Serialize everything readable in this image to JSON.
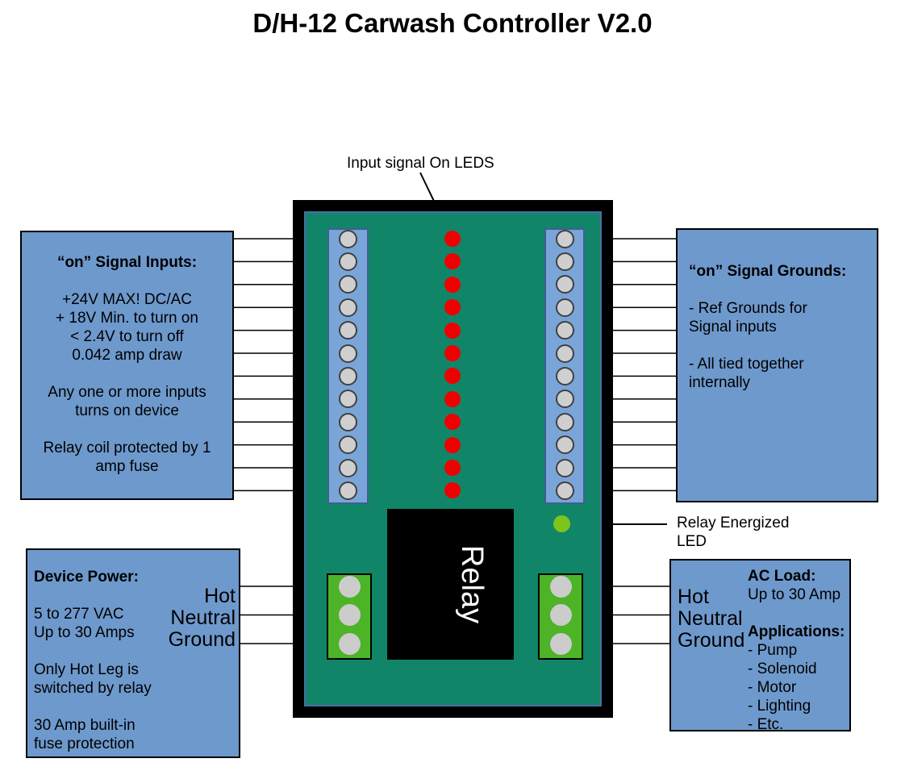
{
  "title": "D/H-12 Carwash Controller V2.0",
  "annotations": {
    "input_leds_label": "Input signal On LEDS",
    "relay_energized_label": [
      "Relay Energized",
      "LED"
    ]
  },
  "board": {
    "relay_label": "Relay",
    "signal_terminal_count": 12,
    "input_led_count": 12,
    "power_terminal_count": 3
  },
  "colors": {
    "box_blue": "#6e99cc",
    "strip_blue": "#7aa5d8",
    "pcb_green": "#118568",
    "power_green": "#4db327",
    "led_red": "#ee0000",
    "led_green": "#7ec41f"
  },
  "boxes": {
    "signal_inputs": {
      "heading": "“on” Signal Inputs:",
      "lines": [
        "",
        "+24V MAX! DC/AC",
        "+ 18V Min. to turn on",
        "< 2.4V to turn off",
        "0.042 amp draw",
        "",
        "Any one or more inputs",
        "turns on device",
        "",
        "Relay coil protected by 1",
        "amp fuse"
      ]
    },
    "signal_grounds": {
      "heading": "“on” Signal Grounds:",
      "lines": [
        "",
        "- Ref Grounds for",
        "Signal inputs",
        "",
        "- All tied together",
        "internally"
      ]
    },
    "device_power": {
      "heading": "Device Power:",
      "lines": [
        "",
        "5 to 277 VAC",
        "Up to 30 Amps",
        "",
        "Only Hot Leg is",
        "switched by relay",
        "",
        "30 Amp built-in",
        "fuse protection"
      ],
      "terminals": [
        "Hot",
        "Neutral",
        "Ground"
      ]
    },
    "ac_load": {
      "terminals": [
        "Hot",
        "Neutral",
        "Ground"
      ],
      "heading1": "AC Load:",
      "load_line": "Up to 30 Amp",
      "heading2": "Applications:",
      "applications": [
        "- Pump",
        "- Solenoid",
        "- Motor",
        "- Lighting",
        "- Etc."
      ]
    }
  }
}
